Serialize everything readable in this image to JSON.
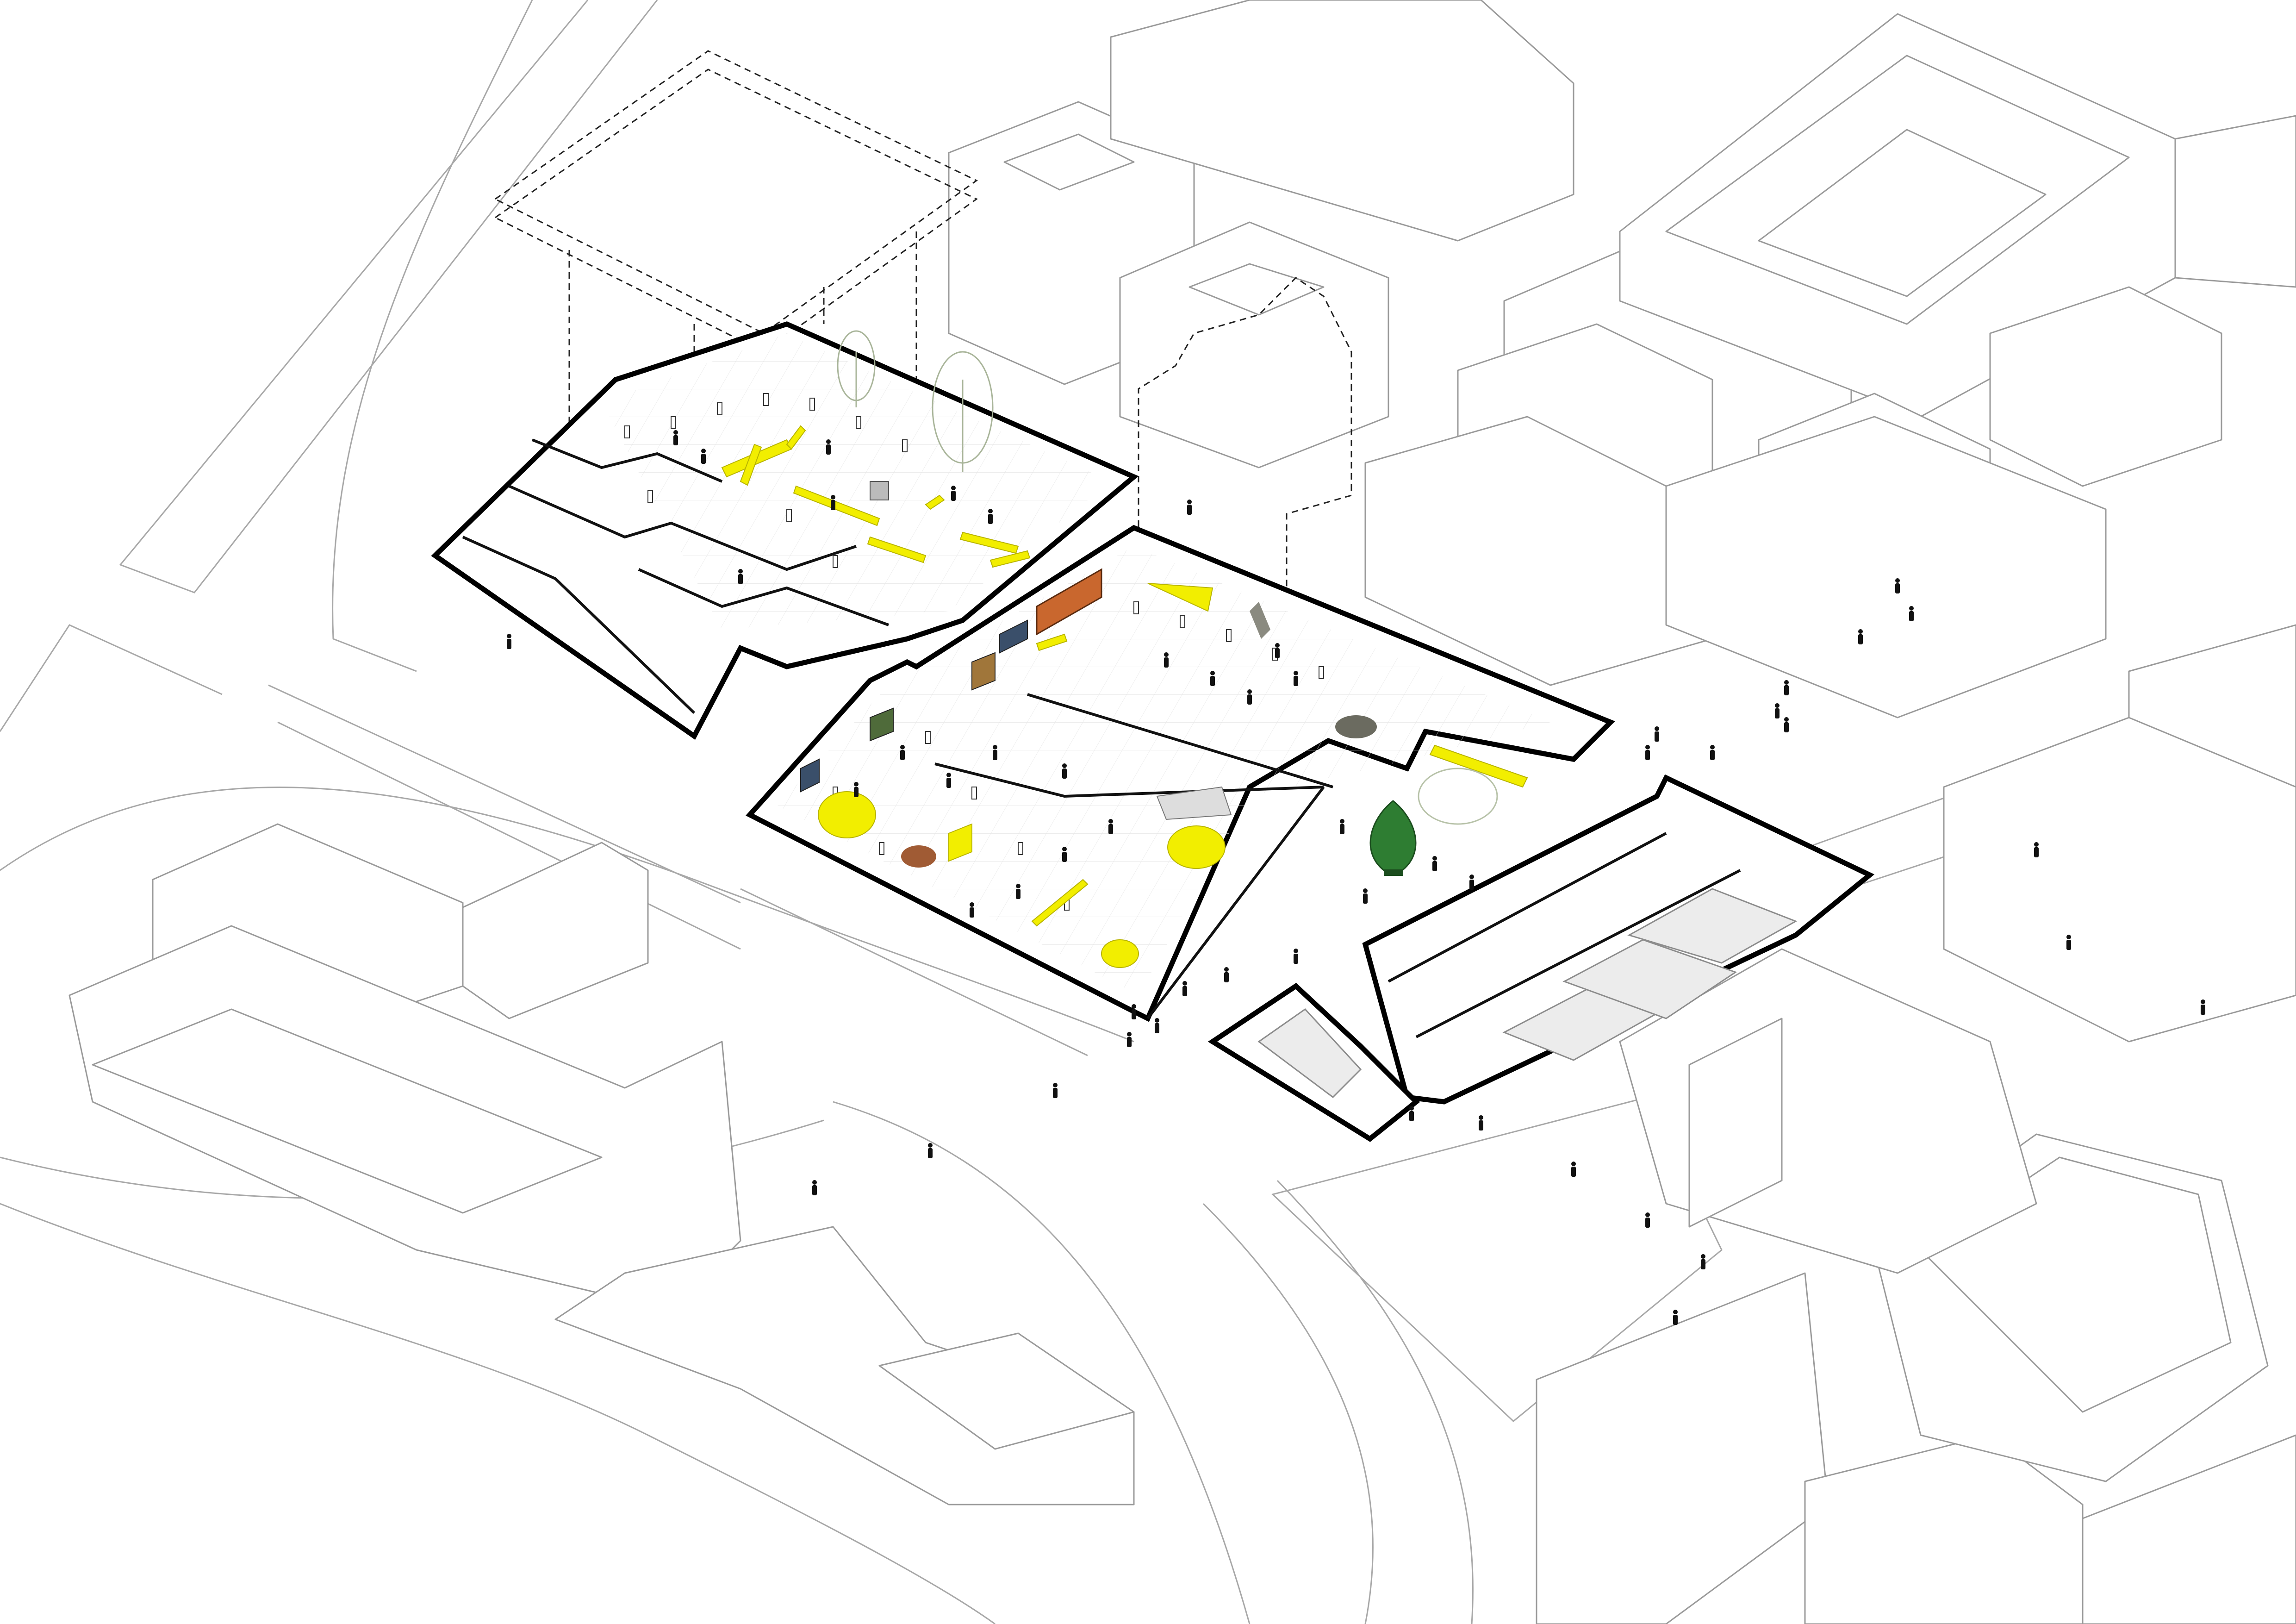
{
  "diagram": {
    "kind": "axonometric-site-plan",
    "colors": {
      "background": "#ffffff",
      "context_line": "#9a9a9a",
      "outline": "#000000",
      "highlight": "#f2ee00",
      "green_object": "#2e7d32",
      "artwork_warm": "#c9672e",
      "artwork_dark": "#3a4f6a"
    },
    "icons": [
      "person-figure",
      "tree",
      "column",
      "sculpture"
    ]
  }
}
